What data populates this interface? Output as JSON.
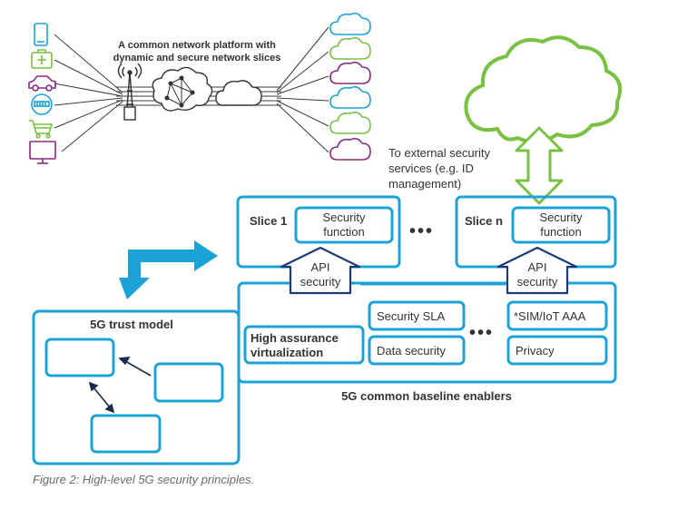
{
  "network_title_line1": "A common network platform with",
  "network_title_line2": "dynamic and secure network slices",
  "external_line1": "To external security",
  "external_line2": "services (e.g. ID",
  "external_line3": "management)",
  "slice1_label": "Slice 1",
  "slicen_label": "Slice n",
  "security_function_line1": "Security",
  "security_function_line2": "function",
  "api_line1": "API",
  "api_line2": "security",
  "ellipsis": "•••",
  "trust_model_title": "5G trust model",
  "high_assurance_line1": "High assurance",
  "high_assurance_line2": "virtualization",
  "security_sla": "Security SLA",
  "data_security": "Data security",
  "sim_iot_aaa": "*SIM/IoT AAA",
  "privacy": "Privacy",
  "baseline_title": "5G common baseline enablers",
  "caption": "Figure 2: High-level 5G security principles.",
  "colors": {
    "accent_blue": "#1ba3d8",
    "green": "#7ac143",
    "purple": "#8a2a83",
    "text": "#333333",
    "caption": "#6a6a6a"
  },
  "icons": {
    "devices": [
      "smartphone-icon",
      "medical-kit-icon",
      "car-icon",
      "smart-meter-icon",
      "shopping-cart-icon",
      "monitor-icon"
    ],
    "clouds": [
      "cloud-blue-icon",
      "cloud-green-icon",
      "cloud-purple-icon",
      "cloud-blue-icon",
      "cloud-green-icon",
      "cloud-purple-icon"
    ],
    "network": [
      "antenna-tower-icon",
      "network-mesh-icon",
      "core-cloud-icon"
    ]
  }
}
